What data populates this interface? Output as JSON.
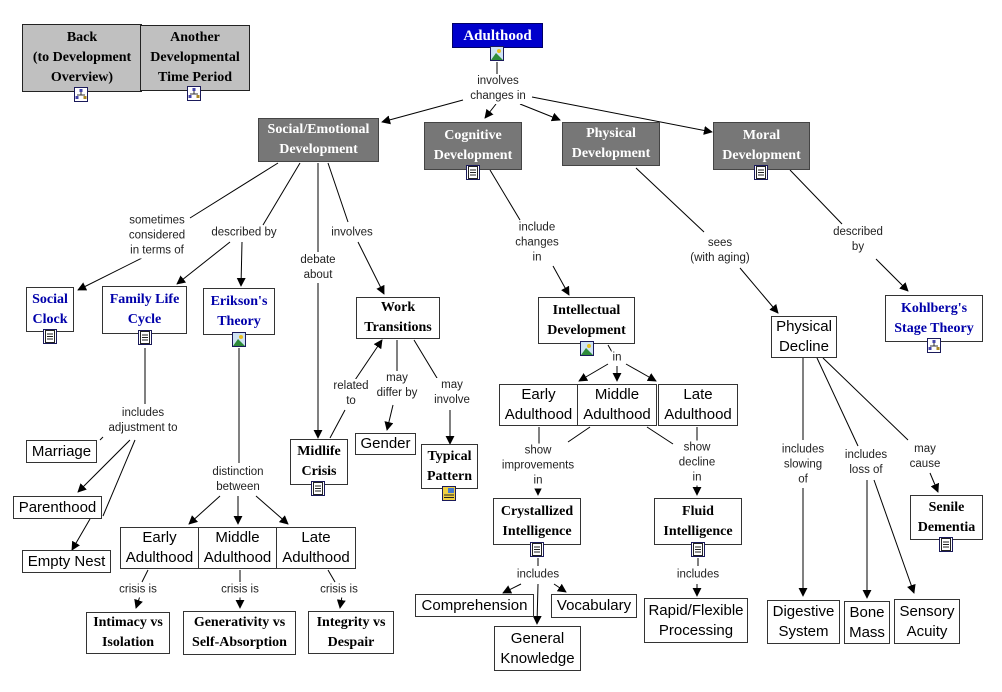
{
  "title": "Adulthood",
  "nav": {
    "back": "Back\n(to Development\nOverview)",
    "another": "Another\nDevelopmental\nTime Period"
  },
  "nodes": {
    "adulthood": "Adulthood",
    "social": "Social/Emotional\nDevelopment",
    "cognitive": "Cognitive\nDevelopment",
    "physical": "Physical\nDevelopment",
    "moral": "Moral\nDevelopment",
    "social_clock": "Social\nClock",
    "family_life": "Family Life\nCycle",
    "erikson": "Erikson's\nTheory",
    "work": "Work\nTransitions",
    "midlife": "Midlife\nCrisis",
    "gender": "Gender",
    "typical": "Typical\nPattern",
    "marriage": "Marriage",
    "parenthood": "Parenthood",
    "empty_nest": "Empty Nest",
    "e_early": "Early\nAdulthood",
    "e_middle": "Middle\nAdulthood",
    "e_late": "Late\nAdulthood",
    "intimacy": "Intimacy vs\nIsolation",
    "generativity": "Generativity vs\nSelf-Absorption",
    "integrity": "Integrity vs\nDespair",
    "intellectual": "Intellectual\nDevelopment",
    "i_early": "Early\nAdulthood",
    "i_middle": "Middle\nAdulthood",
    "i_late": "Late\nAdulthood",
    "crystallized": "Crystallized\nIntelligence",
    "fluid": "Fluid\nIntelligence",
    "comprehension": "Comprehension",
    "vocabulary": "Vocabulary",
    "general_knowledge": "General\nKnowledge",
    "rapid": "Rapid/Flexible\nProcessing",
    "physical_decline": "Physical\nDecline",
    "kohlberg": "Kohlberg's\nStage Theory",
    "senile": "Senile\nDementia",
    "digestive": "Digestive\nSystem",
    "bone": "Bone\nMass",
    "sensory": "Sensory\nAcuity"
  },
  "links": {
    "involves_changes": "involves\nchanges in",
    "sometimes": "sometimes\nconsidered\nin terms of",
    "described_by": "described by",
    "debate": "debate\nabout",
    "involves": "involves",
    "include_changes": "include\nchanges\nin",
    "sees": "sees\n(with aging)",
    "described_by2": "described\nby",
    "includes_adj": "includes\nadjustment to",
    "distinction": "distinction\nbetween",
    "related": "related\nto",
    "may_differ": "may\ndiffer by",
    "may_involve": "may\ninvolve",
    "crisis1": "crisis is",
    "crisis2": "crisis is",
    "crisis3": "crisis is",
    "in": "in",
    "show_improvements": "show\nimprovements\nin",
    "show_decline": "show\ndecline\nin",
    "includes1": "includes",
    "includes2": "includes",
    "includes_slowing": "includes\nslowing\nof",
    "includes_loss": "includes\nloss of",
    "may_cause": "may\ncause"
  },
  "colors": {
    "title_fill": "#0000cc",
    "category_fill": "#777777",
    "nav_fill": "#c0c0c0",
    "link_text": "#0000aa"
  }
}
